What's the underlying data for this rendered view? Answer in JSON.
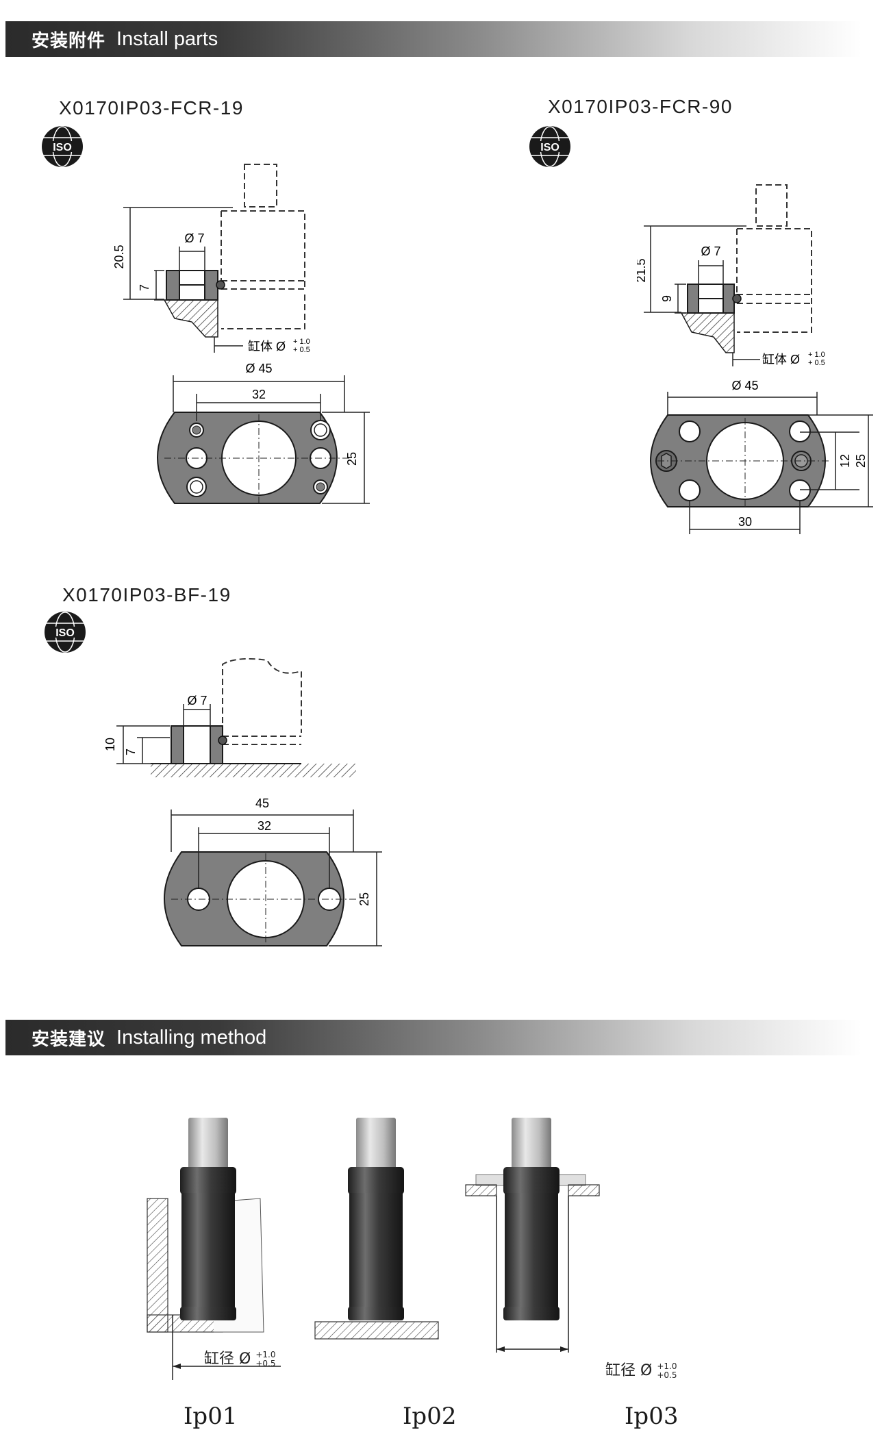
{
  "sections": [
    {
      "zh": "安装附件",
      "en": "Install parts"
    },
    {
      "zh": "安装建议",
      "en": "Installing method"
    }
  ],
  "parts": {
    "fcr19": {
      "model": "X0170IP03-FCR-19",
      "iso": "ISO",
      "dims": {
        "bore": "Ø 7",
        "height": "20.5",
        "thick": "7",
        "outer": "Ø 45",
        "span": "32",
        "width": "25"
      },
      "cyl_label": "缸体 Ø",
      "tol_up": "+ 1.0",
      "tol_low": "+ 0.5"
    },
    "fcr90": {
      "model": "X0170IP03-FCR-90",
      "iso": "ISO",
      "dims": {
        "bore": "Ø 7",
        "height": "21.5",
        "thick": "9",
        "outer": "Ø 45",
        "span": "30",
        "inner": "12",
        "width": "25"
      },
      "cyl_label": "缸体 Ø",
      "tol_up": "+ 1.0",
      "tol_low": "+ 0.5"
    },
    "bf19": {
      "model": "X0170IP03-BF-19",
      "iso": "ISO",
      "dims": {
        "bore": "Ø 7",
        "height": "10",
        "thick": "7",
        "length": "45",
        "span": "32",
        "width": "25"
      }
    }
  },
  "methods": [
    {
      "label": "Ip01",
      "note": "缸径 Ø",
      "tol_up": "+1.0",
      "tol_low": "+0.5"
    },
    {
      "label": "Ip02"
    },
    {
      "label": "Ip03",
      "note": "缸径 Ø",
      "tol_up": "+1.0",
      "tol_low": "+0.5"
    }
  ],
  "colors": {
    "plate": "#7f7f7f",
    "banner_dark": "#2b2b2b"
  }
}
